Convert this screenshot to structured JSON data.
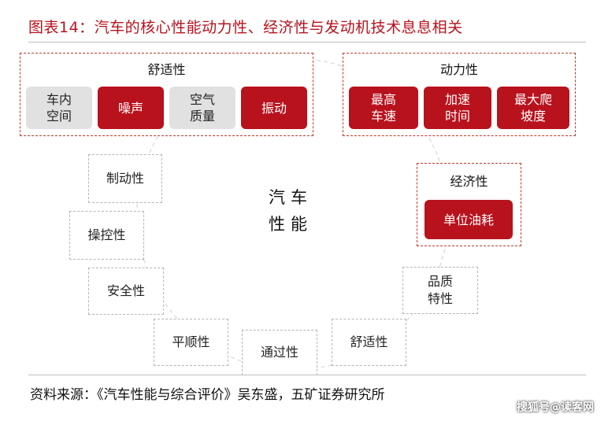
{
  "title": "图表14：汽车的核心性能动力性、经济性与发动机技术息息相关",
  "center_label": "汽车\n性能",
  "groups": {
    "comfort_top": {
      "label": "舒适性",
      "items": [
        {
          "text": "车内\n空间",
          "color": "grey"
        },
        {
          "text": "噪声",
          "color": "red"
        },
        {
          "text": "空气\n质量",
          "color": "grey"
        },
        {
          "text": "振动",
          "color": "red"
        }
      ]
    },
    "power": {
      "label": "动力性",
      "items": [
        {
          "text": "最高\n车速",
          "color": "red"
        },
        {
          "text": "加速\n时间",
          "color": "red"
        },
        {
          "text": "最大爬\n坡度",
          "color": "red"
        }
      ]
    },
    "economy": {
      "label": "经济性",
      "items": [
        {
          "text": "单位油耗",
          "color": "red"
        }
      ]
    }
  },
  "ring_items": {
    "braking": "制动性",
    "handling": "操控性",
    "safety": "安全性",
    "smoothness": "平顺性",
    "passability": "通过性",
    "comfort_bottom": "舒适性",
    "quality": "品质\n特性"
  },
  "source": "资料来源：《汽车性能与综合评价》吴东盛，五矿证券研究所",
  "watermark": "搜狐号@读客网",
  "colors": {
    "accent_red": "#b8121d",
    "chip_grey": "#e1e1e1",
    "dashed_red": "#c0392b",
    "dashed_grey": "#b5b5b5"
  }
}
